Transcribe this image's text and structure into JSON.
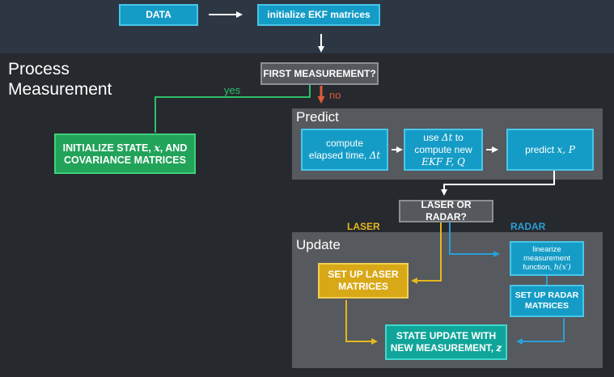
{
  "header": {
    "data_box": "DATA",
    "init_box": "initialize EKF matrices"
  },
  "process": {
    "title_line1": "Process",
    "title_line2": "Measurement"
  },
  "first_measurement": {
    "question": "FIRST MEASUREMENT?",
    "yes_label": "yes",
    "no_label": "no"
  },
  "initialize": {
    "line1_prefix": "INITIALIZE STATE, ",
    "line1_var": "x",
    "line1_suffix": ", AND",
    "line2": "COVARIANCE MATRICES"
  },
  "predict": {
    "title": "Predict",
    "step1_line1": "compute",
    "step1_line2_prefix": "elapsed time, ",
    "step1_var": "Δt",
    "step2_line1_prefix": "use ",
    "step2_var": "Δt",
    "step2_line1_suffix": " to",
    "step2_line2": "compute new",
    "step2_line3_prefix": "EKF ",
    "step2_line3_vars": "F, Q",
    "step3_prefix": "predict ",
    "step3_vars": "x, P"
  },
  "sensor": {
    "question": "LASER OR RADAR?",
    "laser_label": "LASER",
    "radar_label": "RADAR"
  },
  "update": {
    "title": "Update",
    "laser_line1": "SET UP LASER",
    "laser_line2": "MATRICES",
    "linearize_line1": "linearize",
    "linearize_line2": "measurement",
    "linearize_line3_prefix": "function, ",
    "linearize_var": "h(x′)",
    "radar_line1": "SET UP RADAR",
    "radar_line2": "MATRICES",
    "state_line1": "STATE UPDATE WITH",
    "state_line2_prefix": "NEW MEASUREMENT, ",
    "state_var": "z"
  },
  "colors": {
    "blue": "#159cc6",
    "green": "#22a35a",
    "yellow": "#d9a817",
    "teal": "#10a59a",
    "gray_box": "#55585d",
    "no_arrow": "#e05a3c",
    "laser_label": "#e5b81f",
    "radar_label": "#2a9fd8"
  }
}
